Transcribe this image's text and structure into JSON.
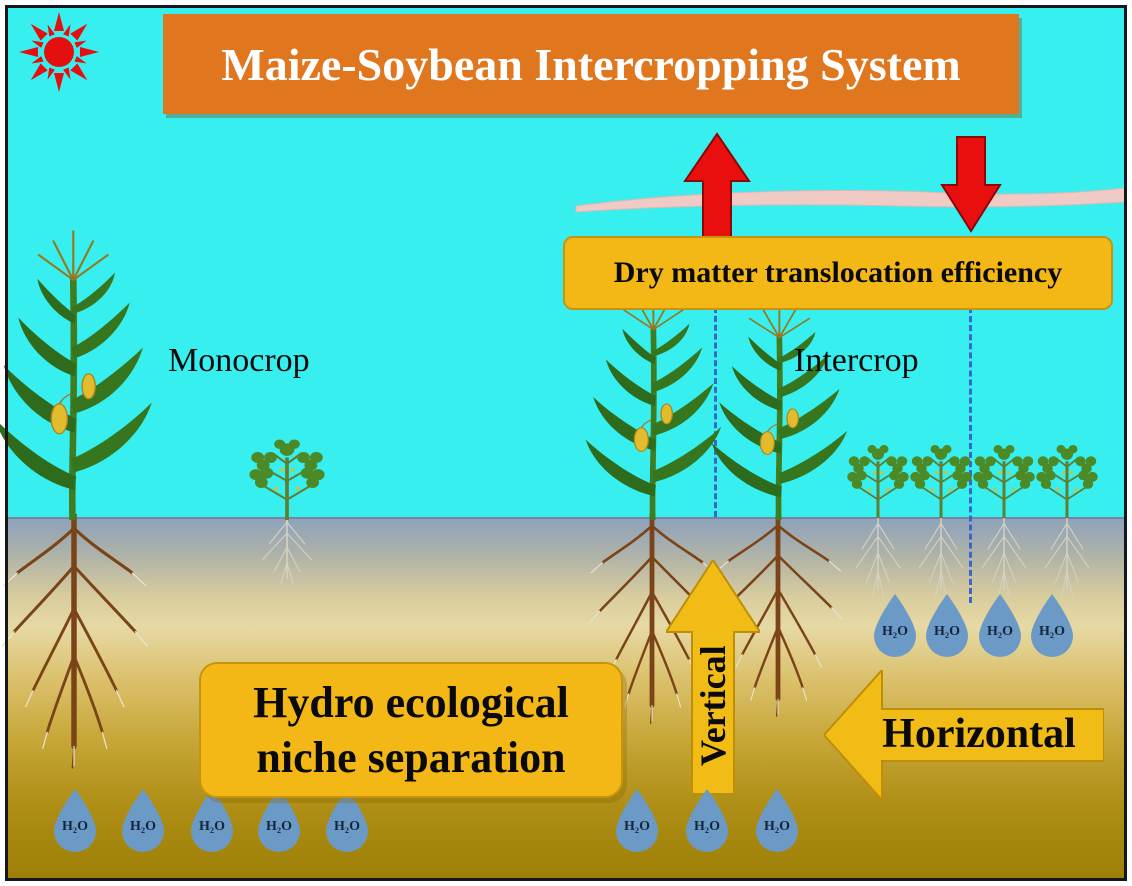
{
  "title": "Maize-Soybean Intercropping System",
  "scene": {
    "monocrop_label": "Monocrop",
    "intercrop_label": "Intercrop"
  },
  "boxes": {
    "dry_matter": "Dry matter translocation efficiency",
    "hydro_line1": "Hydro ecological",
    "hydro_line2": "niche separation"
  },
  "arrows": {
    "vertical": "Vertical",
    "horizontal": "Horizontal"
  },
  "droplet_label": "H₂O",
  "icons": {
    "sun": "☀",
    "up_arrow": "▲",
    "down_arrow": "▼"
  },
  "colors": {
    "sky": "#38efef",
    "banner": "#e0761e",
    "banner_text": "#ffffff",
    "gold": "#f3b815",
    "red_arrow": "#ea0f0f",
    "dashed_line": "#3a67c8",
    "droplet": "#6c9ac6",
    "canopy": "#f0cbc6",
    "soil_top": "#8fa2bc",
    "soil_bottom": "#9e8008"
  }
}
